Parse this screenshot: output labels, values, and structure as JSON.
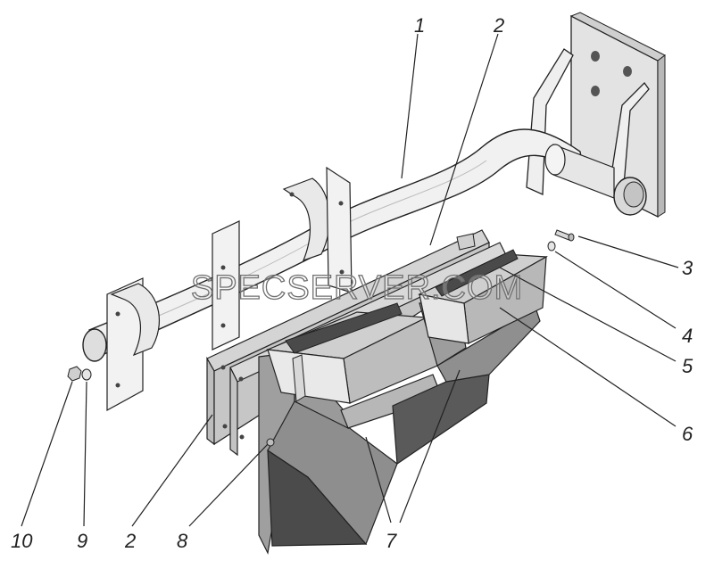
{
  "watermark": "SPECSERVER.COM",
  "callouts": {
    "c1": "1",
    "c2_top": "2",
    "c2_bottom": "2",
    "c3": "3",
    "c4": "4",
    "c5": "5",
    "c6": "6",
    "c7": "7",
    "c8": "8",
    "c9": "9",
    "c10": "10"
  }
}
